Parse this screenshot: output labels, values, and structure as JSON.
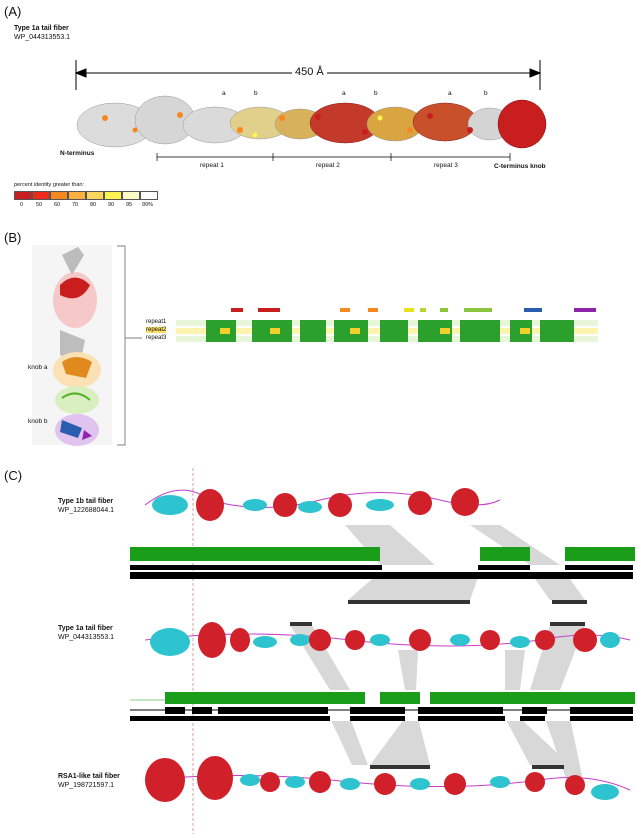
{
  "panelA": {
    "label": "(A)",
    "title": "Type 1a tail fiber",
    "accession": "WP_044313553.1",
    "length_label": "450 Å",
    "n_terminus": "N-terminus",
    "c_terminus": "C-terminus knob",
    "markers": [
      "a",
      "b",
      "a",
      "b",
      "a",
      "b"
    ],
    "repeats": [
      "repeat 1",
      "repeat 2",
      "repeat 3"
    ],
    "legend": {
      "title": "percent identity greater than:",
      "ticks": [
        "0",
        "50",
        "60",
        "70",
        "80",
        "90",
        "95",
        "99%"
      ],
      "colors": [
        "#c81e1e",
        "#ee2a1d",
        "#f7871f",
        "#fbb040",
        "#fcd45e",
        "#fff34f",
        "#fffcc8",
        "#ffffff"
      ]
    }
  },
  "panelB": {
    "label": "(B)",
    "knob_a": "knob a",
    "knob_b": "knob b",
    "alignment_rows": [
      "repeat1",
      "repeat2",
      "repeat3"
    ],
    "ss_colors": [
      "#c81e1e",
      "#c81e1e",
      "#f7871f",
      "#f7871f",
      "#e7e11a",
      "#b8d433",
      "#8cc63f",
      "#8cc63f",
      "#2a5db0",
      "#8e24aa"
    ]
  },
  "panelC": {
    "label": "(C)",
    "fibers": [
      {
        "title": "Type 1b tail fiber",
        "accession": "WP_122688044.1"
      },
      {
        "title": "Type 1a tail fiber",
        "accession": "WP_044313553.1"
      },
      {
        "title": "RSA1-like tail fiber",
        "accession": "WP_198721597.1"
      }
    ]
  },
  "colors": {
    "helix": "#2ec4cf",
    "sheet": "#d0202a",
    "loop": "#c83cc8",
    "conservation": "#1a9e1a",
    "bar": "#000000",
    "shade": "#d5d5d5"
  }
}
